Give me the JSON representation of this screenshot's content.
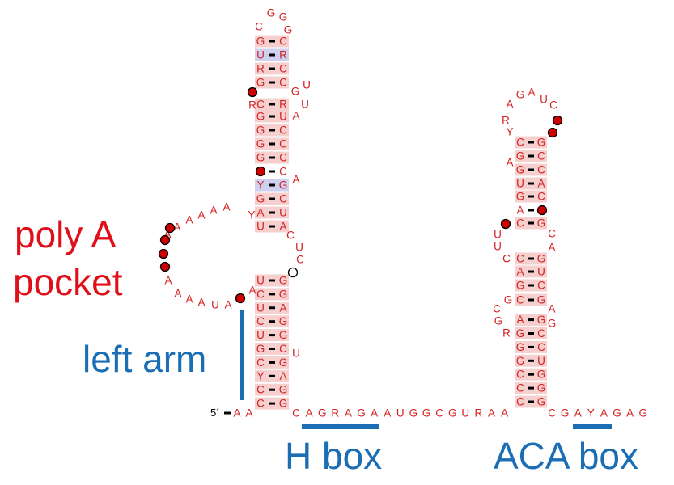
{
  "labels": {
    "poly_a": "poly A",
    "pocket": "pocket",
    "left_arm": "left arm",
    "h_box": "H box",
    "aca_box": "ACA box",
    "five_prime": "5´"
  },
  "colors": {
    "nucleotide": "#d42020",
    "pair_shade": "#f6cfcf",
    "pair_shade_alt": "#cfd0f0",
    "pair_bond": "#000000",
    "modified_dot": "#cc0000",
    "box_line": "#1b6db4",
    "label_red": "#e0101a",
    "label_blue": "#1b6db4"
  },
  "sequences": {
    "five_prime_linker": [
      "A",
      "A"
    ],
    "hinge": [
      "C",
      "A",
      "G",
      "R",
      "A",
      "G",
      "A",
      "A",
      "U",
      "G",
      "G",
      "C",
      "G",
      "U",
      "R",
      "A",
      "A"
    ],
    "three_prime_tail": [
      "C",
      "G",
      "A",
      "Y",
      "A",
      "G",
      "A",
      "G"
    ]
  },
  "left_hairpin": {
    "lower_stem_pairs": [
      [
        "U",
        "G"
      ],
      [
        "C",
        "G"
      ],
      [
        "U",
        "A"
      ],
      [
        "C",
        "G"
      ],
      [
        "U",
        "G"
      ],
      [
        "G",
        "C"
      ],
      [
        "C",
        "G"
      ],
      [
        "Y",
        "A"
      ],
      [
        "C",
        "G"
      ],
      [
        "C",
        "G"
      ]
    ],
    "lower_stem_bulge": [
      "U"
    ],
    "upper_stem_pairs": [
      [
        "U",
        "A"
      ],
      [
        "A",
        "U"
      ],
      [
        "G",
        "C"
      ],
      [
        "Y",
        "G"
      ],
      [
        "",
        "C"
      ],
      [
        "G",
        "C"
      ],
      [
        "G",
        "C"
      ],
      [
        "G",
        "C"
      ],
      [
        "G",
        "U"
      ],
      [
        "C",
        "R"
      ]
    ],
    "pocket_3prime_side": [
      "C",
      "U",
      "C"
    ],
    "bulge_right": [
      "A"
    ],
    "internal_loop_right": [
      "A",
      "U",
      "G",
      "U"
    ],
    "internal_loop_left": [
      "R"
    ],
    "top_stem_pairs": [
      [
        "G",
        "C"
      ],
      [
        "R",
        "C"
      ],
      [
        "U",
        "R"
      ],
      [
        "G",
        "C"
      ]
    ],
    "terminal_loop": [
      "C",
      "G",
      "G",
      "G"
    ],
    "poly_a_pocket": [
      "A",
      "U",
      "A",
      "A",
      "A",
      "A",
      "A",
      "A",
      "A",
      "A",
      "A",
      "A",
      "Y"
    ]
  },
  "right_hairpin": {
    "lower_stem_pairs": [
      [
        "C",
        "G"
      ],
      [
        "C",
        "G"
      ],
      [
        "C",
        "G"
      ],
      [
        "G",
        "U"
      ],
      [
        "G",
        "C"
      ],
      [
        "G",
        "C"
      ],
      [
        "A",
        "G"
      ]
    ],
    "internal_loop_left": [
      "R",
      "G",
      "C",
      "G"
    ],
    "internal_loop_right": [
      "G",
      "A"
    ],
    "middle_stem_pairs": [
      [
        "C",
        "G"
      ],
      [
        "G",
        "C"
      ],
      [
        "A",
        "U"
      ],
      [
        "C",
        "G"
      ]
    ],
    "pocket_left": [
      "C",
      "U",
      "U"
    ],
    "pocket_right": [
      "A",
      "C"
    ],
    "upper_stem_pairs": [
      [
        "C",
        "G"
      ],
      [
        "A",
        ""
      ],
      [
        "G",
        "C"
      ],
      [
        "U",
        "A"
      ],
      [
        "G",
        "C"
      ],
      [
        "G",
        "C"
      ],
      [
        "C",
        "G"
      ]
    ],
    "bulge_left": [
      "A"
    ],
    "terminal_loop": [
      "Y",
      "R",
      "A",
      "G",
      "A",
      "U",
      "C"
    ]
  }
}
